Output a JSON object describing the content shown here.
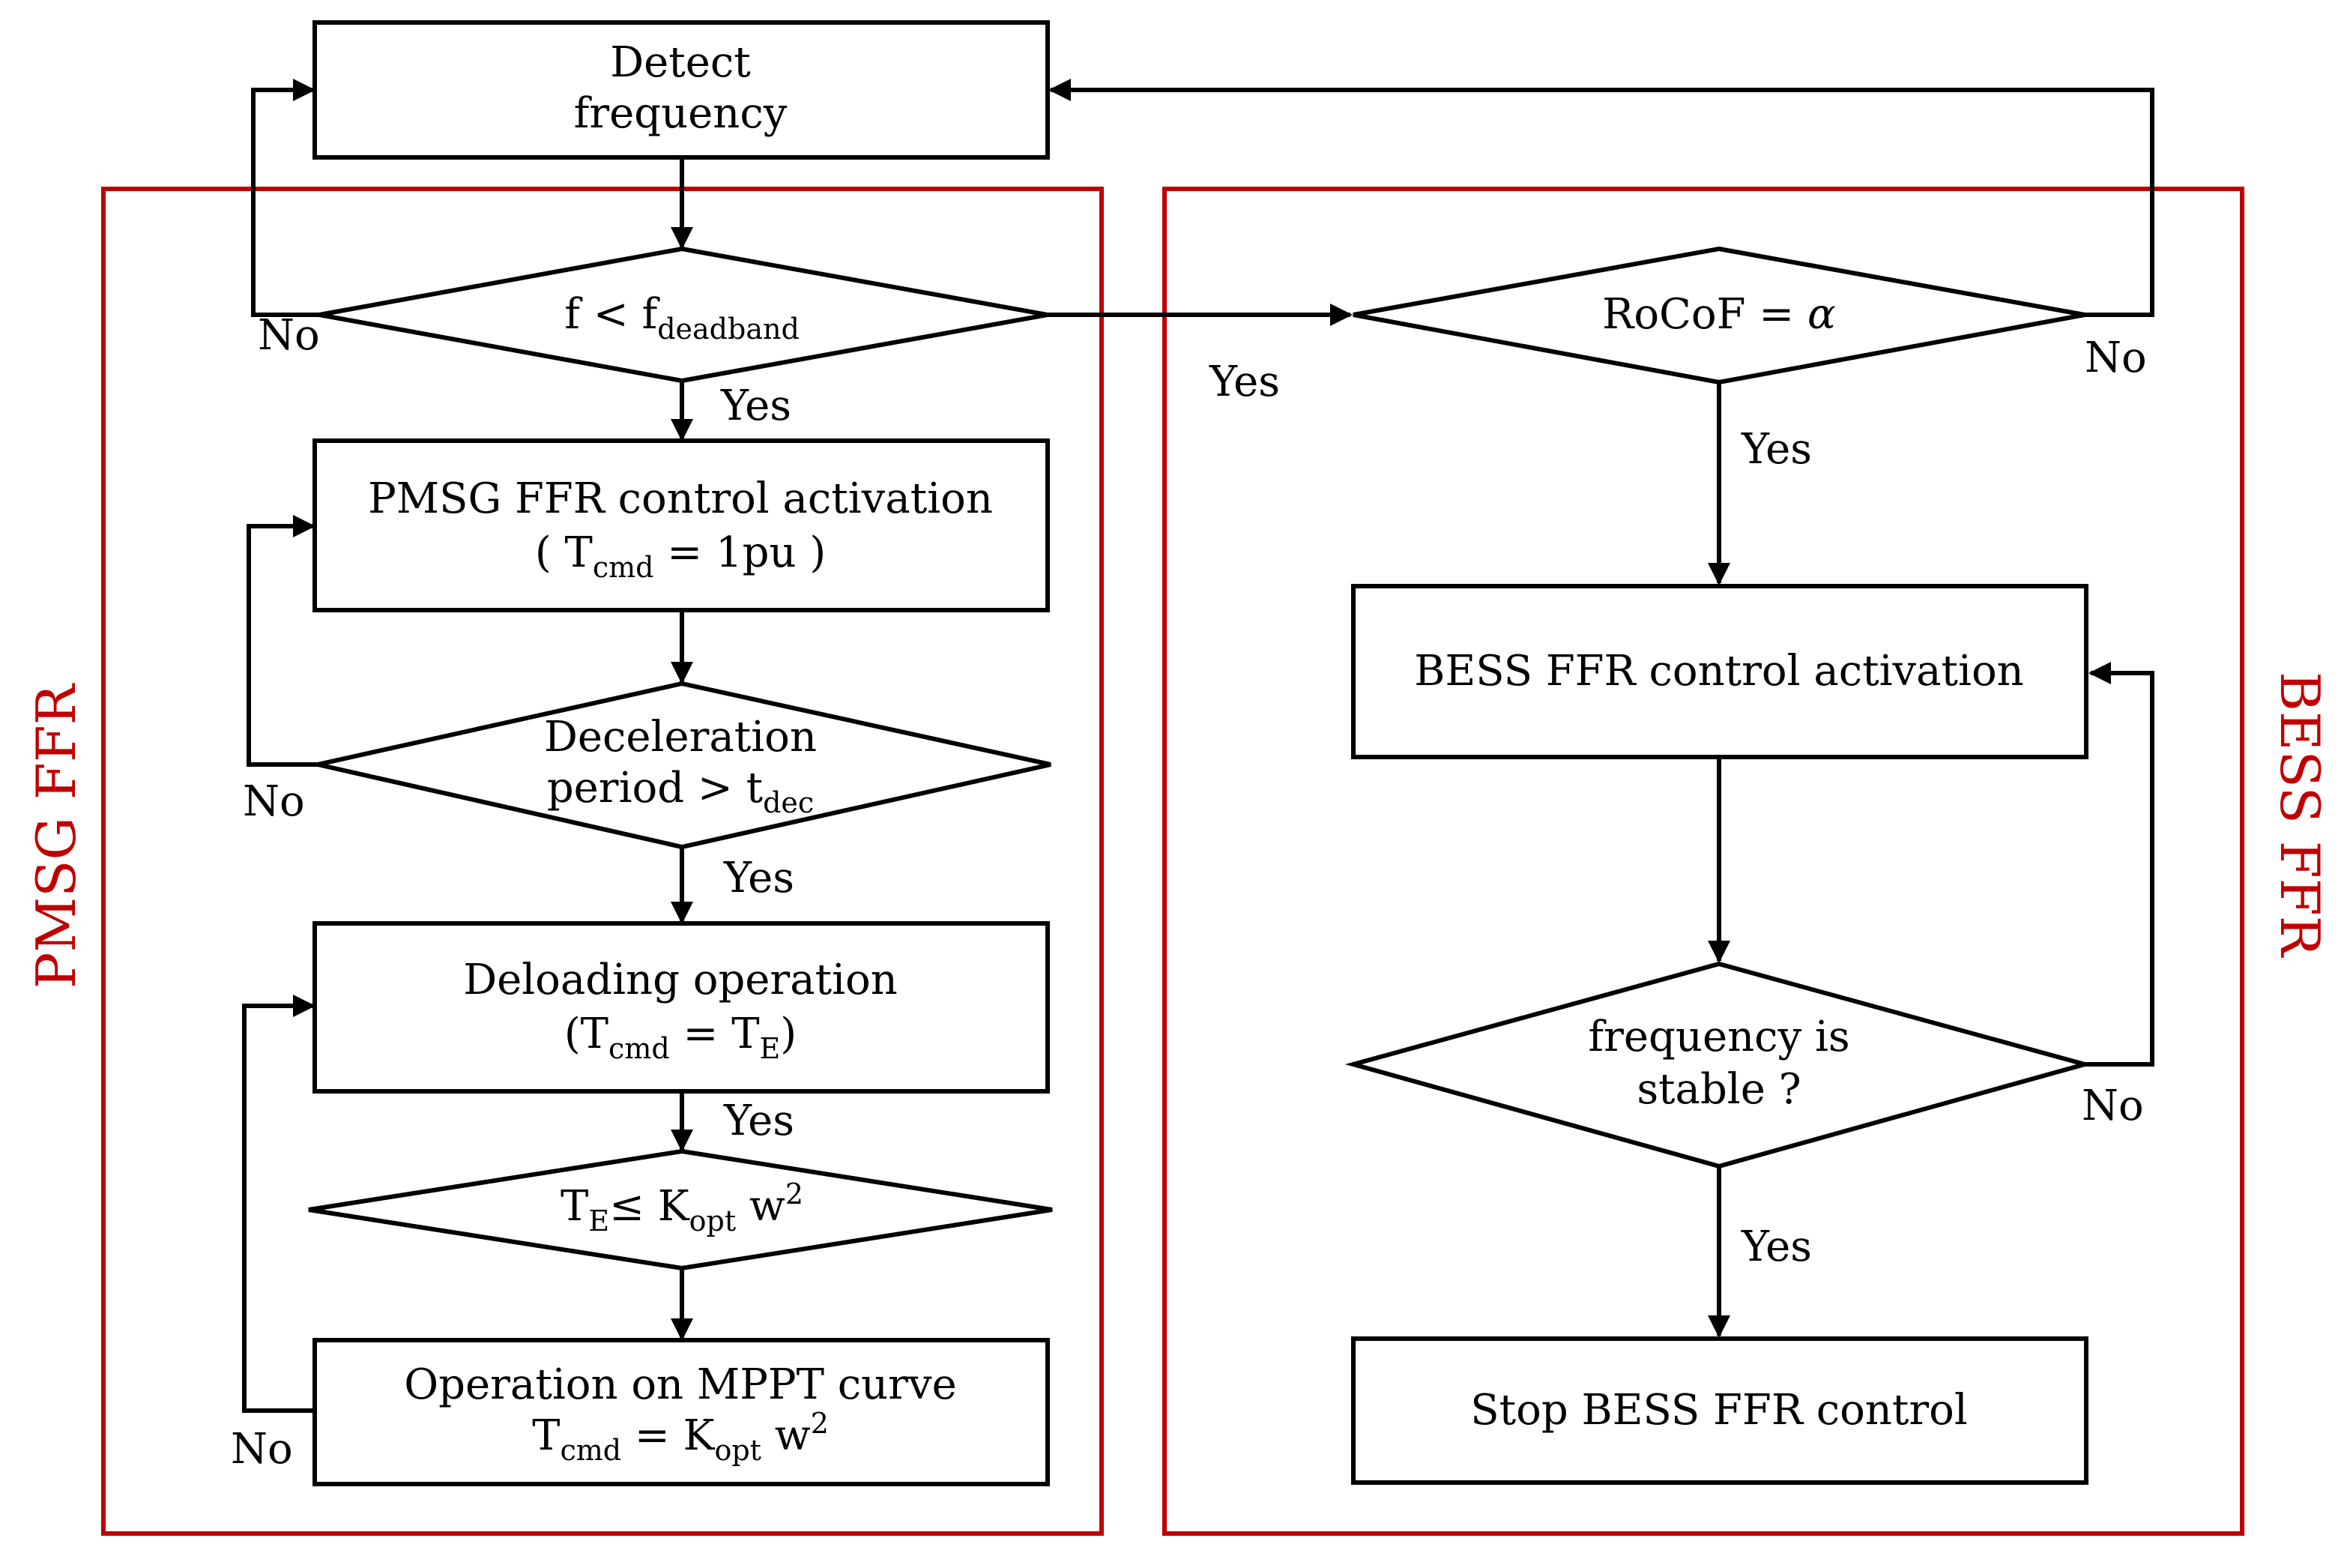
{
  "panels": {
    "left_title": "PMSG FFR",
    "right_title": "BESS FFR",
    "frame_color": "#c00000"
  },
  "nodes": {
    "detect": {
      "line1": "Detect",
      "line2": "frequency"
    },
    "cond_deadband": {
      "pre": "f < f",
      "sub": "deadband"
    },
    "pmsg_activation": {
      "line1": "PMSG FFR control activation",
      "line2_open": "( T",
      "line2_sub": "cmd",
      "line2_rest": " = 1pu )"
    },
    "cond_decel": {
      "line1": "Deceleration",
      "line2_pre": "period > t",
      "line2_sub": "dec"
    },
    "deloading": {
      "line1": "Deloading operation",
      "line2_open": "(T",
      "line2_sub": "cmd",
      "line2_mid": " = T",
      "line2_sub2": "E",
      "line2_close": ")"
    },
    "cond_te": {
      "t": "T",
      "sub_e": "E",
      "le": "≤ K",
      "sub_opt": "opt",
      "w": " w",
      "sup": "2"
    },
    "mppt": {
      "line1": "Operation on MPPT curve",
      "t": "T",
      "sub_cmd": "cmd",
      "eq": " = K",
      "sub_opt": "opt",
      "w": " w",
      "sup": "2"
    },
    "cond_rocof": {
      "text": "RoCoF = ",
      "alpha": "α"
    },
    "bess_activation": {
      "text": "BESS FFR control activation"
    },
    "cond_stable": {
      "line1": "frequency is",
      "line2": "stable ?"
    },
    "stop": {
      "text": "Stop BESS FFR control"
    }
  },
  "edge_labels": {
    "deadband_no": "No",
    "deadband_yes": "Yes",
    "deadband_to_rocof_yes": "Yes",
    "rocof_no": "No",
    "rocof_yes": "Yes",
    "decel_no": "No",
    "decel_yes": "Yes",
    "deloading_yes": "Yes",
    "mppt_no": "No",
    "stable_no": "No",
    "stable_yes": "Yes"
  }
}
